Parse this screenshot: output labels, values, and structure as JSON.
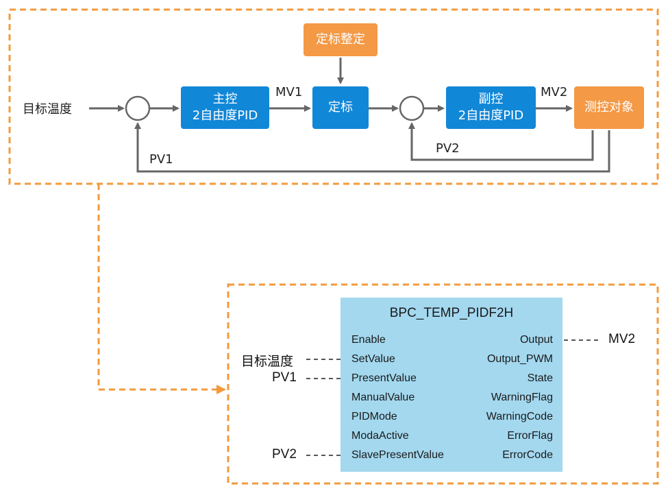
{
  "colors": {
    "blue_block": "#1187d8",
    "orange_block": "#f49945",
    "function_block": "#a3d8ef",
    "dashed_frame": "#f39a3c",
    "line": "#666666"
  },
  "diagram": {
    "input_label": "目标温度",
    "main_controller": {
      "line1": "主控",
      "line2": "2自由度PID"
    },
    "mv1": "MV1",
    "calibration_setting": "定标整定",
    "calibration": "定标",
    "sub_controller": {
      "line1": "副控",
      "line2": "2自由度PID"
    },
    "mv2": "MV2",
    "plant": "测控对象",
    "pv2": "PV2",
    "pv1": "PV1"
  },
  "function_block": {
    "title": "BPC_TEMP_PIDF2H",
    "inputs": [
      "Enable",
      "SetValue",
      "PresentValue",
      "ManualValue",
      "PIDMode",
      "ModaActive",
      "SlavePresentValue"
    ],
    "outputs": [
      "Output",
      "Output_PWM",
      "State",
      "WarningFlag",
      "WarningCode",
      "ErrorFlag",
      "ErrorCode"
    ],
    "connections": {
      "setvalue_source": "目标温度",
      "presentvalue_source": "PV1",
      "slavepresentvalue_source": "PV2",
      "output_target": "MV2"
    }
  }
}
